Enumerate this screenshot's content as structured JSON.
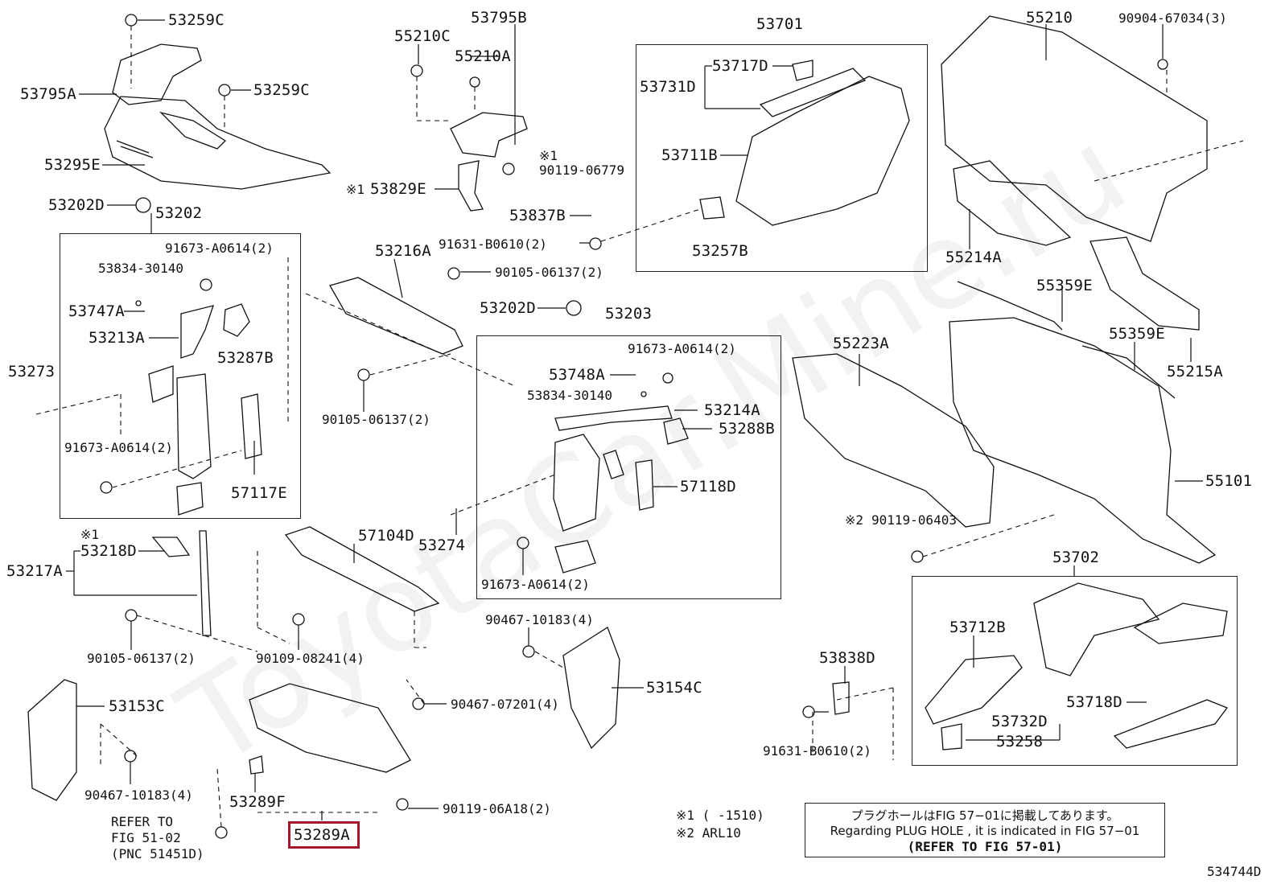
{
  "callouts": {
    "p53259C_top": "53259C",
    "p53795A": "53795A",
    "p53259C_mid": "53259C",
    "p53295E": "53295E",
    "p53202D_left": "53202D",
    "p53202": "53202",
    "p91673_a": "91673-A0614(2)",
    "p53834_a": "53834-30140",
    "p53747A": "53747A",
    "p53213A": "53213A",
    "p53287B": "53287B",
    "p53273": "53273",
    "p91673_b": "91673-A0614(2)",
    "p57117E": "57117E",
    "p53795B": "53795B",
    "p55210C": "55210C",
    "p55210A": "55210A",
    "p90119_06779": "90119-06779",
    "p53829E": "53829E",
    "p53837B": "53837B",
    "p91631_a": "91631-B0610(2)",
    "p53216A": "53216A",
    "p90105_a": "90105-06137(2)",
    "p90105_b": "90105-06137(2)",
    "p53202D_mid": "53202D",
    "p53203": "53203",
    "p91673_c": "91673-A0614(2)",
    "p53748A": "53748A",
    "p53834_b": "53834-30140",
    "p53214A": "53214A",
    "p53288B": "53288B",
    "p57118D": "57118D",
    "p53274": "53274",
    "p91673_d": "91673-A0614(2)",
    "p53701": "53701",
    "p53717D": "53717D",
    "p53731D": "53731D",
    "p53711B": "53711B",
    "p53257B": "53257B",
    "p55210": "55210",
    "p90904": "90904-67034(3)",
    "p55214A": "55214A",
    "p55359E_a": "55359E",
    "p55359E_b": "55359E",
    "p55215A": "55215A",
    "p55223A": "55223A",
    "p55101": "55101",
    "p90119_06403": "90119-06403",
    "p53218D": "53218D",
    "p53217A": "53217A",
    "p57104D": "57104D",
    "p90105_c": "90105-06137(2)",
    "p90109": "90109-08241(4)",
    "p90467_a": "90467-10183(4)",
    "p53154C": "53154C",
    "p53153C": "53153C",
    "p90467_b": "90467-07201(4)",
    "p90467_c": "90467-10183(4)",
    "p53289F": "53289F",
    "p53289A": "53289A",
    "p90119_06A18": "90119-06A18(2)",
    "p53702": "53702",
    "p53712B": "53712B",
    "p53838D": "53838D",
    "p53718D": "53718D",
    "p53732D": "53732D",
    "p53258": "53258",
    "p91631_b": "91631-B0610(2)",
    "ref_line1": "REFER TO",
    "ref_line2": "FIG 51-02",
    "ref_line3": "(PNC 51451D)",
    "mark1_a": "※1",
    "mark1_b": "※1",
    "mark1_c": "※1",
    "mark2_a": "※2",
    "diagram_id": "534744D"
  },
  "legend": {
    "note1": "※1 (      -1510)",
    "note2": "※2 ARL10"
  },
  "notice": {
    "jp": "プラグホールはFIG 57−01に掲載してあります。",
    "en": "Regarding  PLUG  HOLE , it is indicated in FIG  57−01",
    "refer": "(REFER  TO  FIG 57-01)"
  },
  "watermark": "ToyotaCar.Mine.ru",
  "highlight_color": "#a3162d"
}
